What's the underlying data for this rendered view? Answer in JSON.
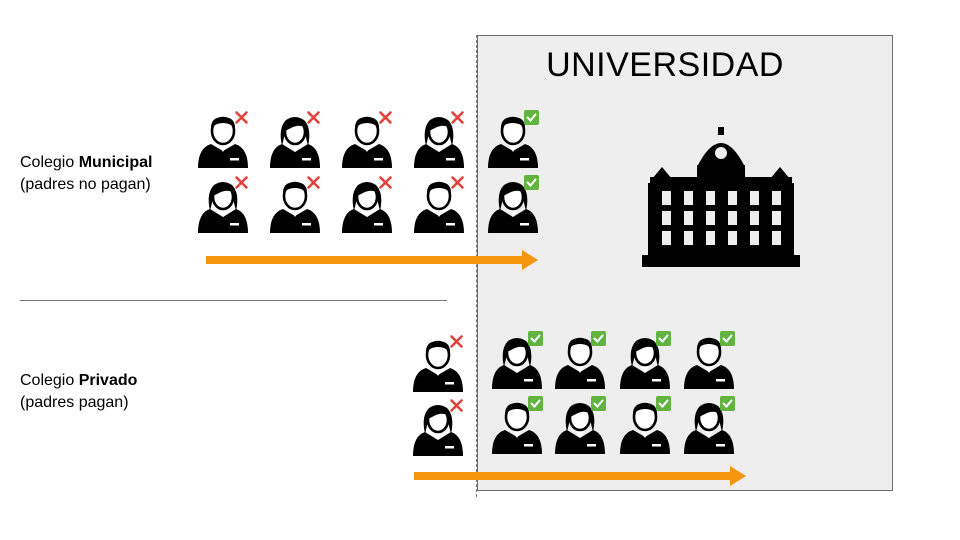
{
  "university": {
    "title": "UNIVERSIDAD"
  },
  "groups": [
    {
      "name": "Colegio ",
      "name_bold": "Municipal",
      "note": "(padres no pagan)",
      "students": [
        {
          "gender": "male",
          "status": "rejected"
        },
        {
          "gender": "female",
          "status": "rejected"
        },
        {
          "gender": "male",
          "status": "rejected"
        },
        {
          "gender": "female",
          "status": "rejected"
        },
        {
          "gender": "male",
          "status": "accepted"
        },
        {
          "gender": "female",
          "status": "rejected"
        },
        {
          "gender": "male",
          "status": "rejected"
        },
        {
          "gender": "female",
          "status": "rejected"
        },
        {
          "gender": "male",
          "status": "rejected"
        },
        {
          "gender": "female",
          "status": "accepted"
        }
      ]
    },
    {
      "name": "Colegio ",
      "name_bold": "Privado",
      "note": "(padres pagan)",
      "students": [
        {
          "gender": "male",
          "status": "rejected"
        },
        {
          "gender": "female",
          "status": "accepted"
        },
        {
          "gender": "male",
          "status": "accepted"
        },
        {
          "gender": "female",
          "status": "accepted"
        },
        {
          "gender": "male",
          "status": "accepted"
        },
        {
          "gender": "female",
          "status": "rejected"
        },
        {
          "gender": "male",
          "status": "accepted"
        },
        {
          "gender": "female",
          "status": "accepted"
        },
        {
          "gender": "male",
          "status": "accepted"
        },
        {
          "gender": "female",
          "status": "accepted"
        }
      ]
    }
  ],
  "colors": {
    "arrow": "#f5950e",
    "check_bg": "#62b33f",
    "cross": "#e2443c",
    "figure": "#000000",
    "university_bg": "#eeeeee"
  },
  "icons": {
    "building": "university-building-icon",
    "male": "male-student-icon",
    "female": "female-student-icon",
    "accepted": "check-mark-icon",
    "rejected": "cross-mark-icon"
  }
}
